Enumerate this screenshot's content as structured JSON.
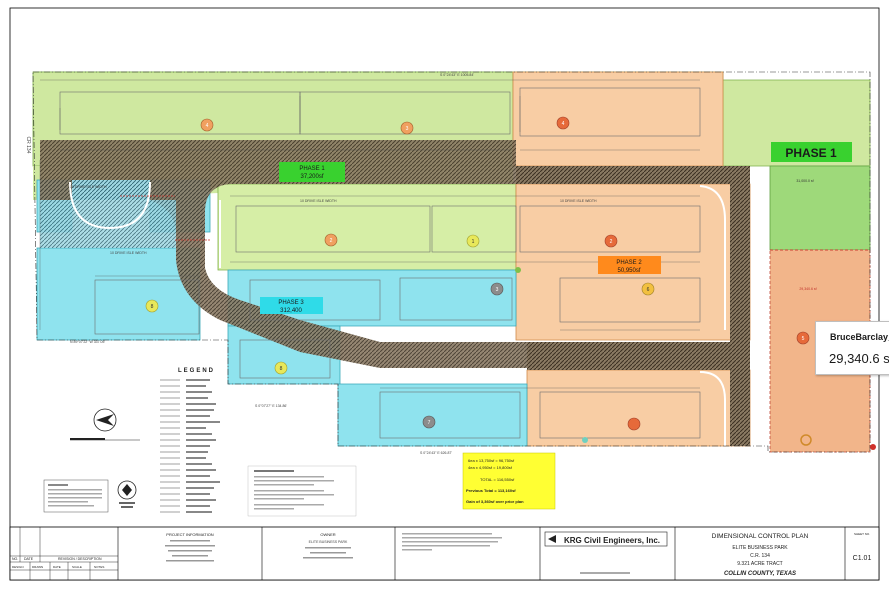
{
  "plan": {
    "labels": {
      "phase1_small": "PHASE 1",
      "phase1_small_area": "37,200sf",
      "phase1_large": "PHASE 1",
      "phase2": "PHASE 2",
      "phase2_area": "50,950sf",
      "phase3": "PHASE 3",
      "phase3_area": "312,400",
      "road": "CR 134",
      "legend_title": "LEGEND",
      "area_note": "31,000.0 sf",
      "area_note2": "29,340.6 sf"
    },
    "building_numbers": [
      "4",
      "3",
      "4",
      "2",
      "1",
      "2",
      "8",
      "3",
      "6",
      "8",
      "5",
      "7"
    ],
    "summary_note": {
      "line1": "6ea x 13,750sf = 96,750sf",
      "line2": "4ea x 4,950sf = 19,800sf",
      "line3": "TOTAL = 116,550sf",
      "line4": "Previous Total = 113,160sf",
      "line5": "Gain of 3,360sf over prior plan"
    },
    "colors": {
      "phase1": "#cfe8a0",
      "phase2": "#f7c9a0",
      "phase3": "#8fe3ee",
      "hatch": "#5a4a3a",
      "label_green": "#39d12f",
      "label_orange": "#ff8a1c",
      "label_cyan": "#2fdbe8"
    }
  },
  "title_block": {
    "firm": "KRG Civil Engineers, Inc.",
    "sheet_title": "DIMENSIONAL CONTROL PLAN",
    "project": "ELITE BUSINESS PARK",
    "road": "C.R. 134",
    "tract": "9.321 ACRE TRACT",
    "county": "COLLIN COUNTY, TEXAS",
    "sheet_no_label": "SHEET NO.",
    "sheet_no": "C1.01",
    "revision_header": "REVISION / DESCRIPTION",
    "rev_cols": [
      "NO.",
      "DATE"
    ],
    "bottom_cols": [
      "DESIGN",
      "DRAWN",
      "DATE",
      "SCALE",
      "NOTES"
    ],
    "project_info_title": "PROJECT INFORMATION",
    "owner_title": "OWNER",
    "owner_name": "ELITE BUSINESS PARK"
  },
  "tooltip": {
    "name": "BruceBarclay_",
    "area": "29,340.6 sf"
  }
}
